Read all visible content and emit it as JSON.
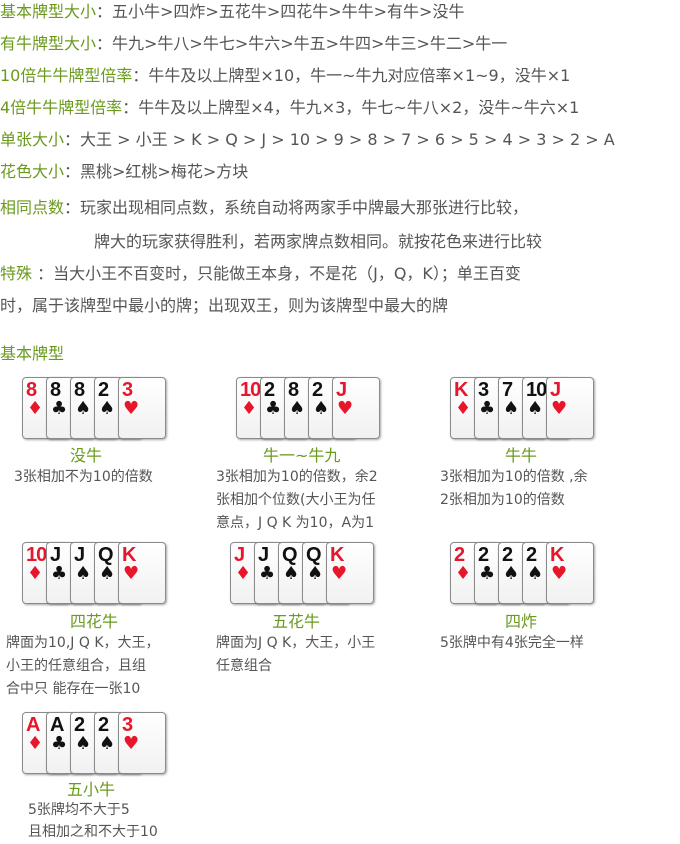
{
  "rules": [
    {
      "key": "基本牌型大小",
      "value": "：五小牛>四炸>五花牛>四花牛>牛牛>有牛>没牛"
    },
    {
      "key": "有牛牌型大小",
      "value": "：牛九>牛八>牛七>牛六>牛五>牛四>牛三>牛二>牛一"
    },
    {
      "key": "10倍牛牛牌型倍率",
      "value": "：牛牛及以上牌型×10，牛一~牛九对应倍率×1~9，没牛×1"
    },
    {
      "key": "4倍牛牛牌型倍率",
      "value": "：牛牛及以上牌型×4，牛九×3，牛七~牛八×2，没牛~牛六×1"
    },
    {
      "key": "单张大小",
      "value": "：大王 > 小王 > K > Q > J > 10 > 9 > 8 > 7 > 6 > 5 > 4 > 3 > 2 > A"
    },
    {
      "key": "花色大小",
      "value": "：黑桃>红桃>梅花>方块"
    },
    {
      "key": "相同点数",
      "value": "：玩家出现相同点数，系统自动将两家手中牌最大那张进行比较，"
    },
    {
      "key": "",
      "value": "牌大的玩家获得胜利，若两家牌点数相同。就按花色来进行比较"
    },
    {
      "key": "特殊",
      "value": " ：当大小王不百变时，只能做王本身，不是花（J，Q，K）；单王百变"
    },
    {
      "key": "",
      "value": "时，属于该牌型中最小的牌；出现双王，则为该牌型中最大的牌"
    }
  ],
  "section_title": "基本牌型",
  "colors": {
    "accent": "#6a9a1e",
    "text": "#555555",
    "red_suit": "#e8162b",
    "black_suit": "#111111"
  },
  "hands": [
    {
      "name": "没牛",
      "desc": [
        "3张相加不为10的倍数"
      ],
      "cards": [
        {
          "rank": "8",
          "suit": "diamond"
        },
        {
          "rank": "8",
          "suit": "club"
        },
        {
          "rank": "8",
          "suit": "spade"
        },
        {
          "rank": "2",
          "suit": "spade"
        },
        {
          "rank": "3",
          "suit": "heart"
        }
      ]
    },
    {
      "name": "牛一~牛九",
      "desc": [
        "3张相加为10的倍数，余2",
        "张相加个位数(大小王为任",
        "意点，J Q K 为10，A为1"
      ],
      "cards": [
        {
          "rank": "10",
          "suit": "diamond"
        },
        {
          "rank": "2",
          "suit": "club"
        },
        {
          "rank": "8",
          "suit": "spade"
        },
        {
          "rank": "2",
          "suit": "spade"
        },
        {
          "rank": "J",
          "suit": "heart"
        }
      ]
    },
    {
      "name": "牛牛",
      "desc": [
        "3张相加为10的倍数 ,余",
        "2张相加为10的倍数"
      ],
      "cards": [
        {
          "rank": "K",
          "suit": "diamond"
        },
        {
          "rank": "3",
          "suit": "club"
        },
        {
          "rank": "7",
          "suit": "spade"
        },
        {
          "rank": "10",
          "suit": "spade"
        },
        {
          "rank": "J",
          "suit": "heart"
        }
      ]
    },
    {
      "name": "四花牛",
      "desc": [
        "牌面为10,J Q K，大王，",
        "小王的任意组合，且组",
        "合中只 能存在一张10"
      ],
      "cards": [
        {
          "rank": "10",
          "suit": "diamond"
        },
        {
          "rank": "J",
          "suit": "club"
        },
        {
          "rank": "J",
          "suit": "spade"
        },
        {
          "rank": "Q",
          "suit": "spade"
        },
        {
          "rank": "K",
          "suit": "heart"
        }
      ]
    },
    {
      "name": "五花牛",
      "desc": [
        "牌面为J Q K，大王，小王",
        "任意组合"
      ],
      "cards": [
        {
          "rank": "J",
          "suit": "diamond"
        },
        {
          "rank": "J",
          "suit": "club"
        },
        {
          "rank": "Q",
          "suit": "spade"
        },
        {
          "rank": "Q",
          "suit": "spade"
        },
        {
          "rank": "K",
          "suit": "heart"
        }
      ]
    },
    {
      "name": "四炸",
      "desc": [
        "5张牌中有4张完全一样"
      ],
      "cards": [
        {
          "rank": "2",
          "suit": "diamond"
        },
        {
          "rank": "2",
          "suit": "club"
        },
        {
          "rank": "2",
          "suit": "spade"
        },
        {
          "rank": "2",
          "suit": "spade"
        },
        {
          "rank": "K",
          "suit": "heart"
        }
      ]
    },
    {
      "name": "五小牛",
      "desc": [
        "5张牌均不大于5",
        "且相加之和不大于10"
      ],
      "cards": [
        {
          "rank": "A",
          "suit": "diamond"
        },
        {
          "rank": "A",
          "suit": "club"
        },
        {
          "rank": "2",
          "suit": "spade"
        },
        {
          "rank": "2",
          "suit": "spade"
        },
        {
          "rank": "3",
          "suit": "heart"
        }
      ]
    }
  ]
}
